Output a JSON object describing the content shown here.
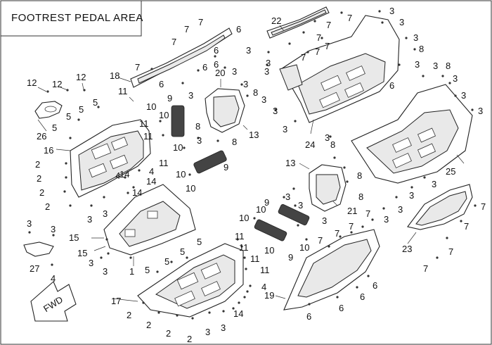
{
  "diagram": {
    "title": "FOOTREST PEDAL AREA",
    "direction_badge": "FWD",
    "callouts": [
      "1",
      "2",
      "3",
      "4",
      "5",
      "6",
      "7",
      "8",
      "9",
      "10",
      "11",
      "12",
      "13",
      "14",
      "15",
      "16",
      "17",
      "18",
      "19",
      "20",
      "21",
      "22",
      "23",
      "24",
      "25",
      "26",
      "27"
    ],
    "colors": {
      "line": "#222222",
      "background": "#ffffff",
      "shade": "#e9e9e9"
    }
  }
}
